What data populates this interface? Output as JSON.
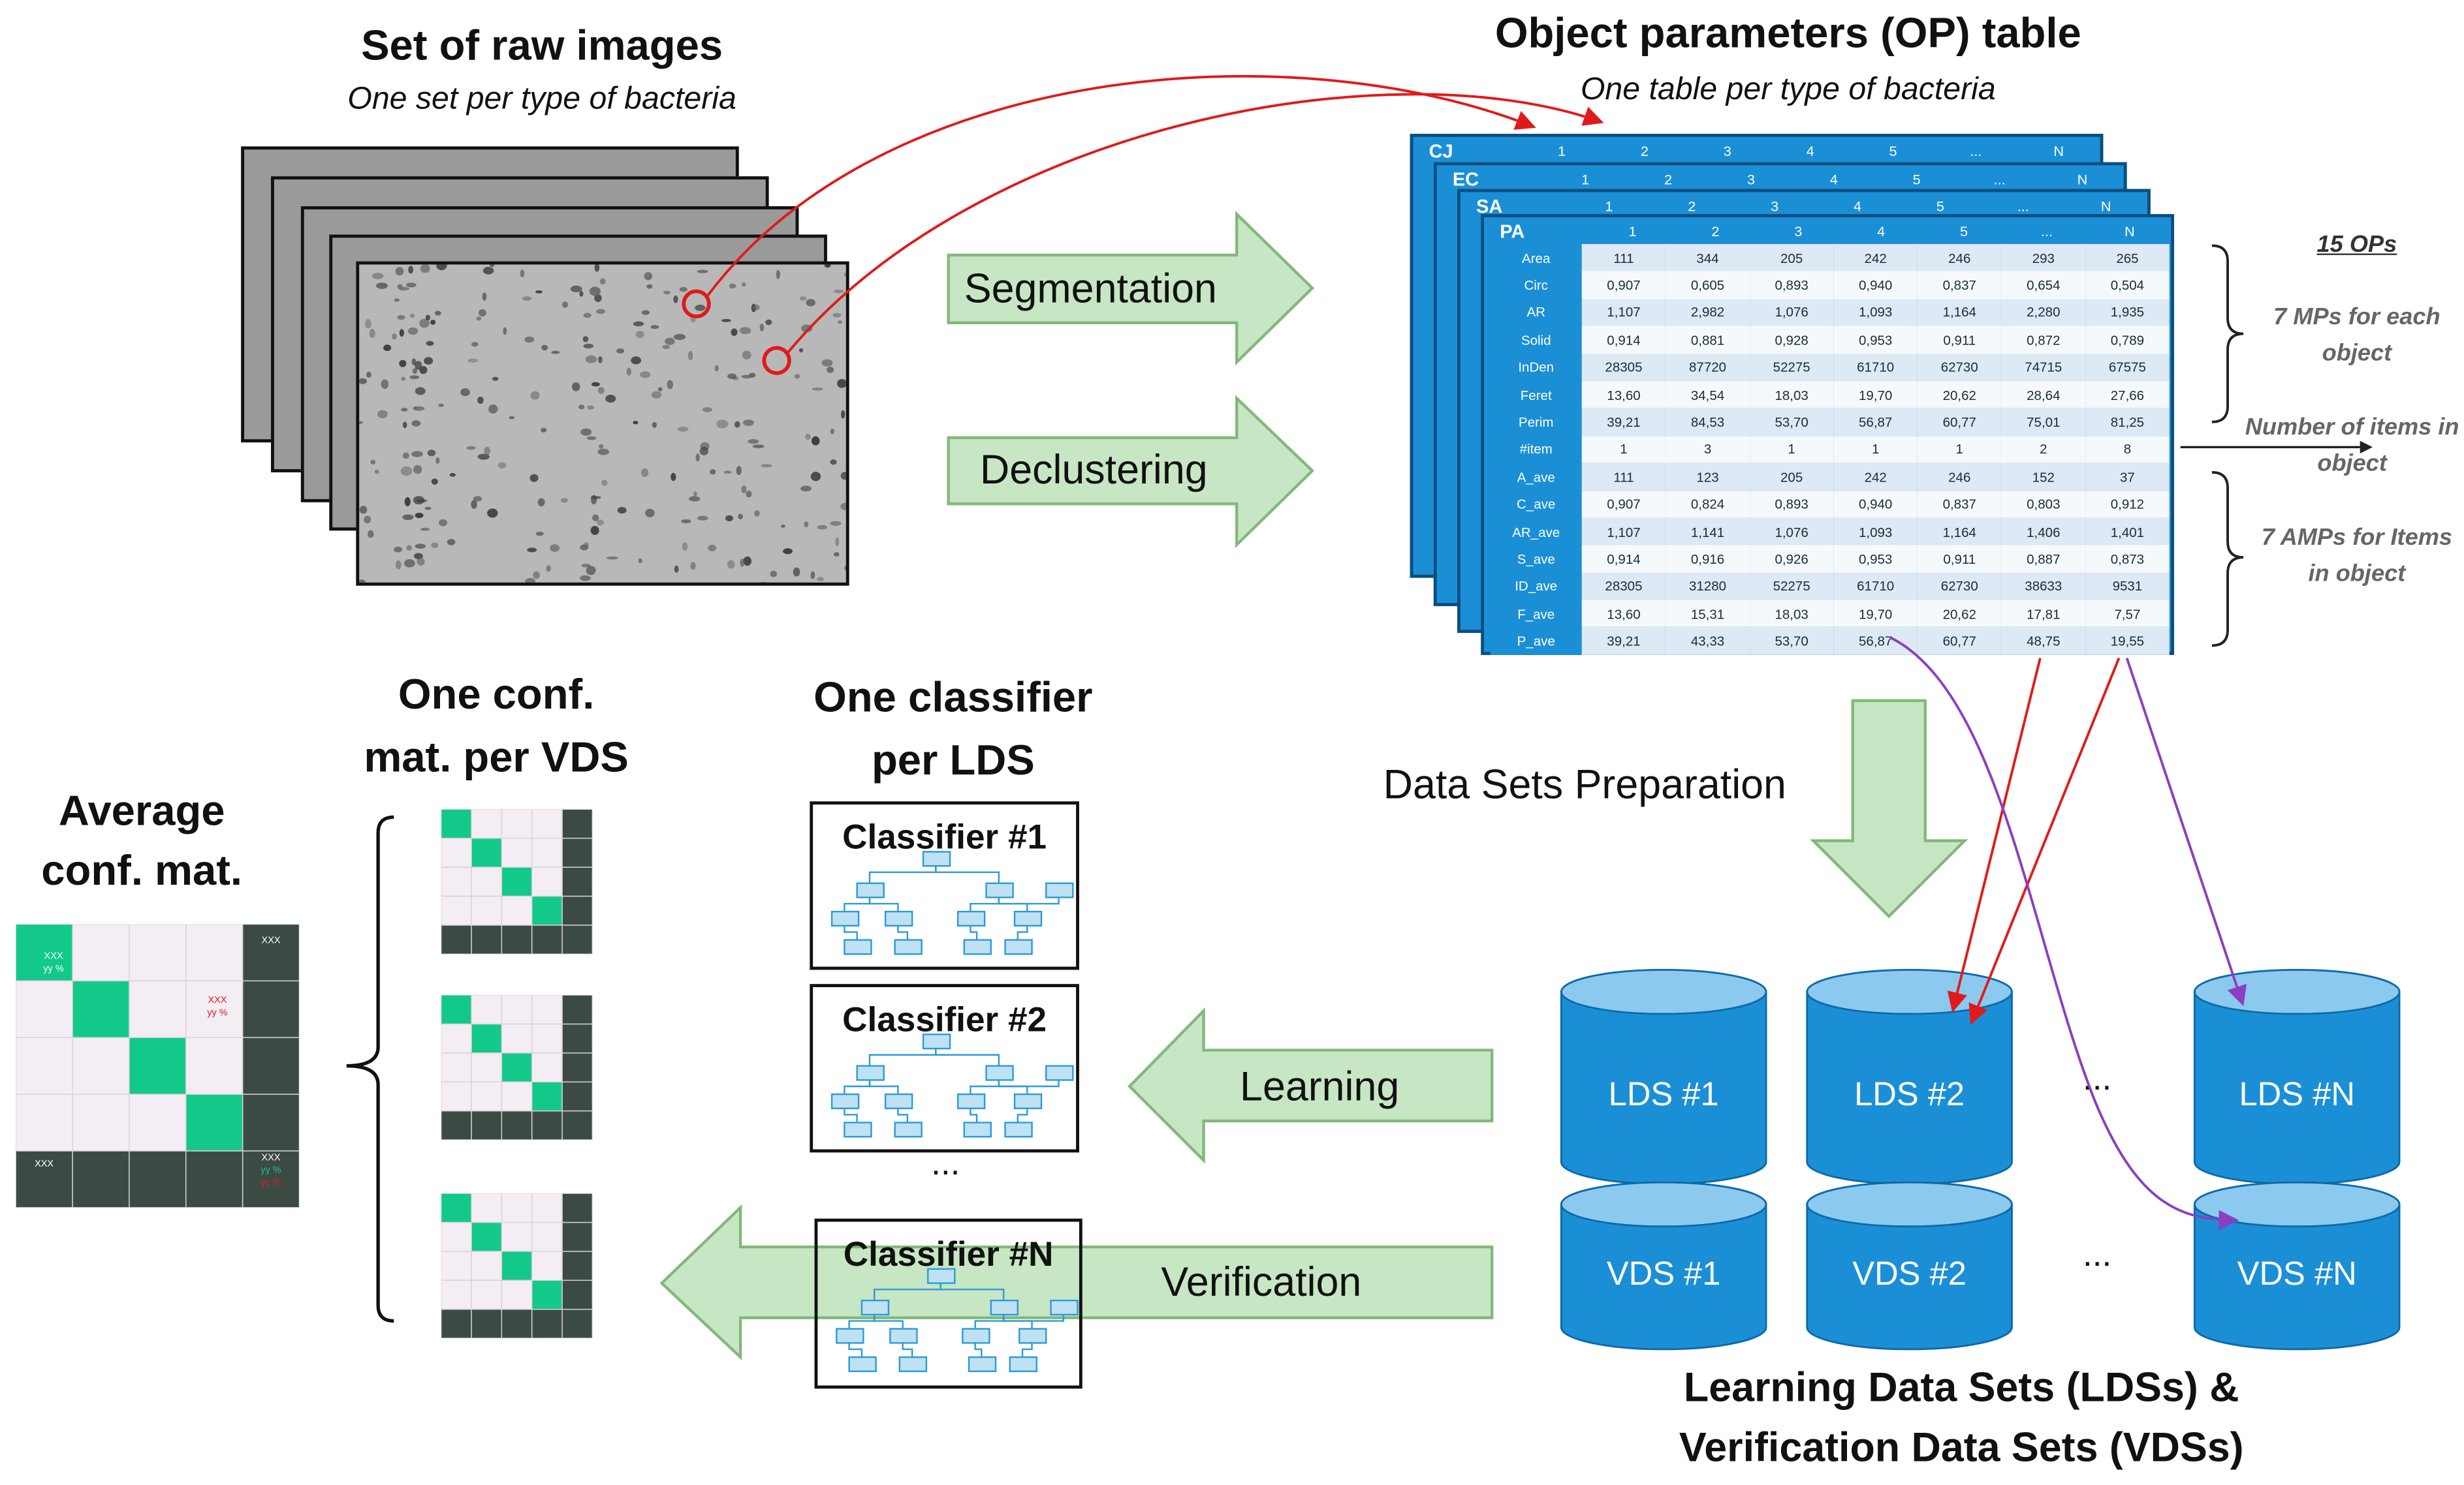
{
  "raw_images": {
    "title": "Set of raw images",
    "subtitle": "One set per type of bacteria"
  },
  "op_table": {
    "title": "Object parameters (OP) table",
    "subtitle": "One table per type of bacteria",
    "back_tables": [
      "CJ",
      "EC",
      "SA"
    ],
    "front_table": "PA",
    "column_headers": [
      "1",
      "2",
      "3",
      "4",
      "5",
      "...",
      "N"
    ],
    "rows": [
      {
        "label": "Area",
        "values": [
          "111",
          "344",
          "205",
          "242",
          "246",
          "293",
          "265"
        ]
      },
      {
        "label": "Circ",
        "values": [
          "0,907",
          "0,605",
          "0,893",
          "0,940",
          "0,837",
          "0,654",
          "0,504"
        ]
      },
      {
        "label": "AR",
        "values": [
          "1,107",
          "2,982",
          "1,076",
          "1,093",
          "1,164",
          "2,280",
          "1,935"
        ]
      },
      {
        "label": "Solid",
        "values": [
          "0,914",
          "0,881",
          "0,928",
          "0,953",
          "0,911",
          "0,872",
          "0,789"
        ]
      },
      {
        "label": "InDen",
        "values": [
          "28305",
          "87720",
          "52275",
          "61710",
          "62730",
          "74715",
          "67575"
        ]
      },
      {
        "label": "Feret",
        "values": [
          "13,60",
          "34,54",
          "18,03",
          "19,70",
          "20,62",
          "28,64",
          "27,66"
        ]
      },
      {
        "label": "Perim",
        "values": [
          "39,21",
          "84,53",
          "53,70",
          "56,87",
          "60,77",
          "75,01",
          "81,25"
        ]
      },
      {
        "label": "#item",
        "values": [
          "1",
          "3",
          "1",
          "1",
          "1",
          "2",
          "8"
        ]
      },
      {
        "label": "A_ave",
        "values": [
          "111",
          "123",
          "205",
          "242",
          "246",
          "152",
          "37"
        ]
      },
      {
        "label": "C_ave",
        "values": [
          "0,907",
          "0,824",
          "0,893",
          "0,940",
          "0,837",
          "0,803",
          "0,912"
        ]
      },
      {
        "label": "AR_ave",
        "values": [
          "1,107",
          "1,141",
          "1,076",
          "1,093",
          "1,164",
          "1,406",
          "1,401"
        ]
      },
      {
        "label": "S_ave",
        "values": [
          "0,914",
          "0,916",
          "0,926",
          "0,953",
          "0,911",
          "0,887",
          "0,873"
        ]
      },
      {
        "label": "ID_ave",
        "values": [
          "28305",
          "31280",
          "52275",
          "61710",
          "62730",
          "38633",
          "9531"
        ]
      },
      {
        "label": "F_ave",
        "values": [
          "13,60",
          "15,31",
          "18,03",
          "19,70",
          "20,62",
          "17,81",
          "7,57"
        ]
      },
      {
        "label": "P_ave",
        "values": [
          "39,21",
          "43,33",
          "53,70",
          "56,87",
          "60,77",
          "48,75",
          "19,55"
        ]
      }
    ],
    "annotations": {
      "ops": "15 OPs",
      "mps": "7 MPs for each object",
      "items": "Number of items in object",
      "amps": "7 AMPs for Items in object"
    }
  },
  "steps": {
    "segmentation": "Segmentation",
    "declustering": "Declustering",
    "preparation": "Data Sets Preparation",
    "learning": "Learning",
    "verification": "Verification"
  },
  "data_sets": {
    "lds": [
      "LDS #1",
      "LDS #2",
      "LDS #N"
    ],
    "vds": [
      "VDS #1",
      "VDS #2",
      "VDS #N"
    ],
    "ellipsis": "...",
    "caption_line1": "Learning Data Sets (LDSs) &",
    "caption_line2": "Verification Data Sets (VDSs)"
  },
  "classifiers": {
    "title_line1": "One classifier",
    "title_line2": "per LDS",
    "items": [
      "Classifier #1",
      "Classifier #2",
      "Classifier #N"
    ],
    "ellipsis": "..."
  },
  "conf_mats": {
    "title_line1": "One conf.",
    "title_line2": "mat. per VDS"
  },
  "avg_mat": {
    "title_line1": "Average",
    "title_line2": "conf. mat.",
    "cell_xxx": "XXX",
    "cell_yy": "yy %"
  },
  "colors": {
    "arrow_fill": "#c7e6c3",
    "arrow_stroke": "#82b87a",
    "table_blue": "#1b8fd6",
    "cylinder_blue": "#1b8fd6",
    "matrix_green": "#12c98a",
    "matrix_dark": "#3c4a44",
    "red_link": "#e01a1a",
    "purple_link": "#8a3fc1"
  }
}
